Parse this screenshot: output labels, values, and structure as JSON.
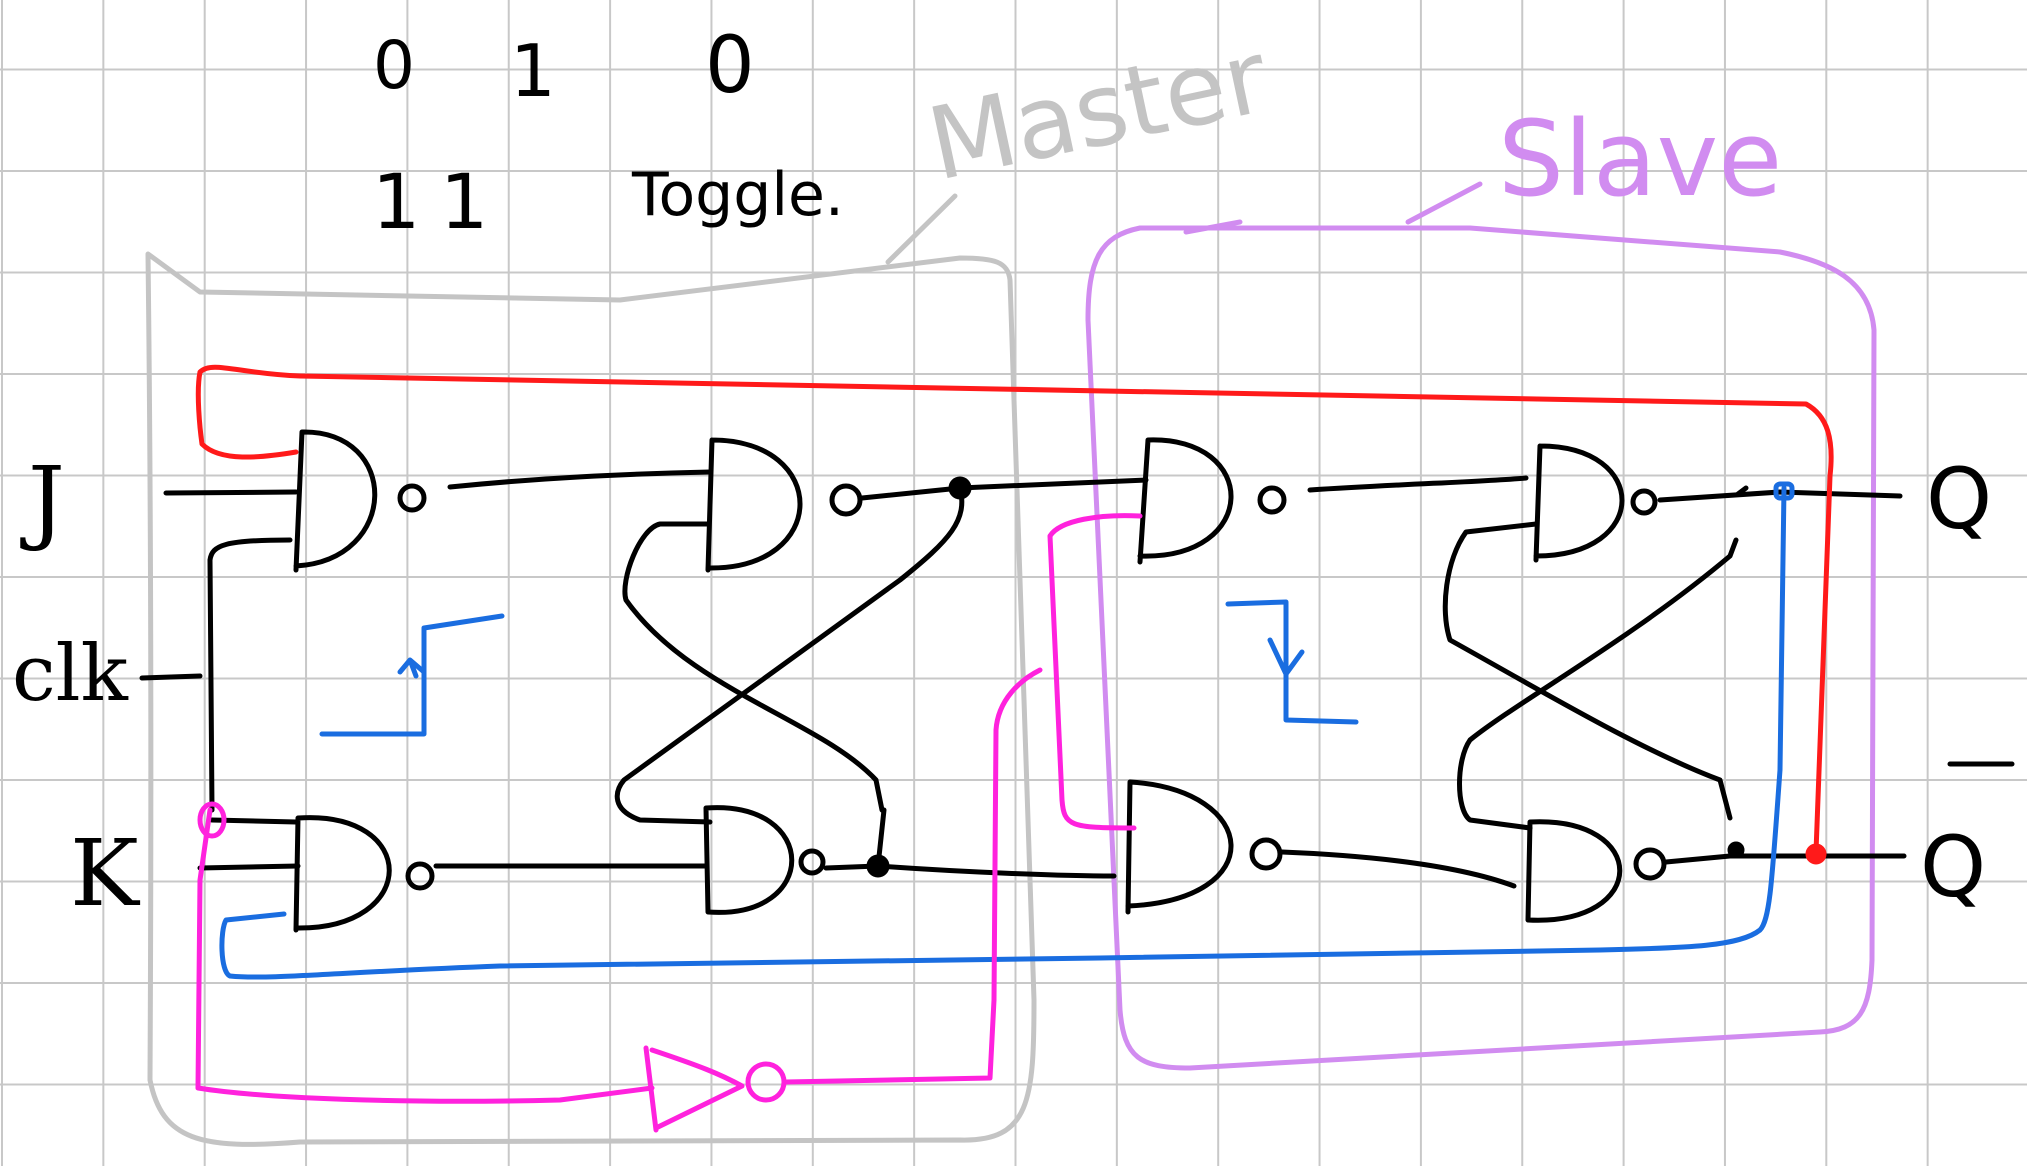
{
  "notes": {
    "row1": [
      "0",
      "1",
      "0"
    ],
    "row2": [
      "1",
      "1",
      "Toggle."
    ]
  },
  "labels": {
    "master": "Master",
    "slave": "Slave",
    "j": "J",
    "k": "K",
    "clk": "clk",
    "q": "Q",
    "q_bar": "Q"
  },
  "colors": {
    "grid": "#c8c8c8",
    "ink": "#000000",
    "master_box": "#c4c4c4",
    "slave_box": "#d18cf0",
    "feedback_q": "#ff1a1a",
    "feedback_qbar": "#1a6de0",
    "clock_inverter": "#ff22dd",
    "edge_markers": "#1a6de0"
  }
}
